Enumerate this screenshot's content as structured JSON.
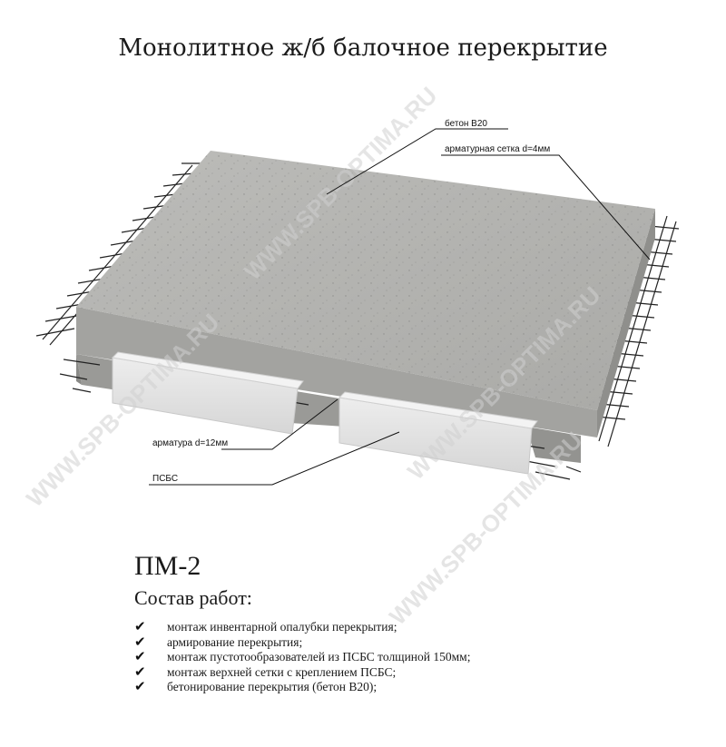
{
  "title": "Монолитное ж/б балочное перекрытие",
  "labels": {
    "concrete": "бетон В20",
    "mesh": "арматурная сетка d=4мм",
    "rebar": "арматура d=12мм",
    "foam": "ПСБС"
  },
  "watermark": "WWW.SPB-OPTIMA.RU",
  "code": "ПМ-2",
  "works_title": "Состав работ:",
  "works": [
    "монтаж инвентарной опалубки перекрытия;",
    "армирование перекрытия;",
    "монтаж пустотообразователей из ПСБС толщиной 150мм;",
    "монтаж верхней сетки с креплением ПСБС;",
    "бетонирование перекрытия (бетон В20);"
  ],
  "check_icon": "✔",
  "colors": {
    "concrete_top": "#b3b3b0",
    "concrete_front": "#a3a3a0",
    "concrete_side": "#8f8f8c",
    "foam": "#e4e4e4"
  }
}
